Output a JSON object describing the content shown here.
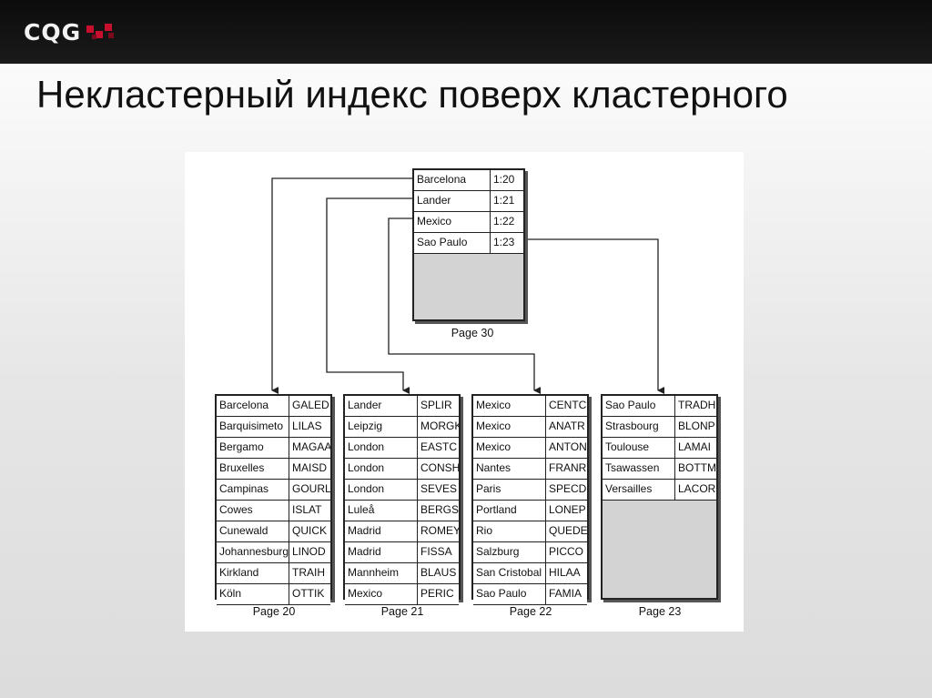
{
  "header": {
    "logo_text": "CQG",
    "logo_mark_icon": "red-squares-logo-icon",
    "title": "Некластерный индекс поверх кластерного"
  },
  "diagram": {
    "index_page": {
      "label": "Page 30",
      "rows": [
        {
          "key": "Barcelona",
          "ptr": "1:20"
        },
        {
          "key": "Lander",
          "ptr": "1:21"
        },
        {
          "key": "Mexico",
          "ptr": "1:22"
        },
        {
          "key": "Sao Paulo",
          "ptr": "1:23"
        }
      ]
    },
    "leaf_pages": [
      {
        "label": "Page 20",
        "rows": [
          {
            "city": "Barcelona",
            "id": "GALED"
          },
          {
            "city": "Barquisimeto",
            "id": "LILAS"
          },
          {
            "city": "Bergamo",
            "id": "MAGAA"
          },
          {
            "city": "Bruxelles",
            "id": "MAISD"
          },
          {
            "city": "Campinas",
            "id": "GOURL"
          },
          {
            "city": "Cowes",
            "id": "ISLAT"
          },
          {
            "city": "Cunewald",
            "id": "QUICK"
          },
          {
            "city": "Johannesburg",
            "id": "LINOD"
          },
          {
            "city": "Kirkland",
            "id": "TRAIH"
          },
          {
            "city": "Köln",
            "id": "OTTIK"
          }
        ]
      },
      {
        "label": "Page 21",
        "rows": [
          {
            "city": "Lander",
            "id": "SPLIR"
          },
          {
            "city": "Leipzig",
            "id": "MORGK"
          },
          {
            "city": "London",
            "id": "EASTC"
          },
          {
            "city": "London",
            "id": "CONSH"
          },
          {
            "city": "London",
            "id": "SEVES"
          },
          {
            "city": "Luleå",
            "id": "BERGS"
          },
          {
            "city": "Madrid",
            "id": "ROMEY"
          },
          {
            "city": "Madrid",
            "id": "FISSA"
          },
          {
            "city": "Mannheim",
            "id": "BLAUS"
          },
          {
            "city": "Mexico",
            "id": "PERIC"
          }
        ]
      },
      {
        "label": "Page 22",
        "rows": [
          {
            "city": "Mexico",
            "id": "CENTC"
          },
          {
            "city": "Mexico",
            "id": "ANATR"
          },
          {
            "city": "Mexico",
            "id": "ANTON"
          },
          {
            "city": "Nantes",
            "id": "FRANR"
          },
          {
            "city": "Paris",
            "id": "SPECD"
          },
          {
            "city": "Portland",
            "id": "LONEP"
          },
          {
            "city": "Rio",
            "id": "QUEDE"
          },
          {
            "city": "Salzburg",
            "id": "PICCO"
          },
          {
            "city": "San Cristobal",
            "id": "HILAA"
          },
          {
            "city": "Sao Paulo",
            "id": "FAMIA"
          }
        ]
      },
      {
        "label": "Page 23",
        "rows": [
          {
            "city": "Sao Paulo",
            "id": "TRADH"
          },
          {
            "city": "Strasbourg",
            "id": "BLONP"
          },
          {
            "city": "Toulouse",
            "id": "LAMAI"
          },
          {
            "city": "Tsawassen",
            "id": "BOTTM"
          },
          {
            "city": "Versailles",
            "id": "LACOR"
          }
        ]
      }
    ]
  }
}
